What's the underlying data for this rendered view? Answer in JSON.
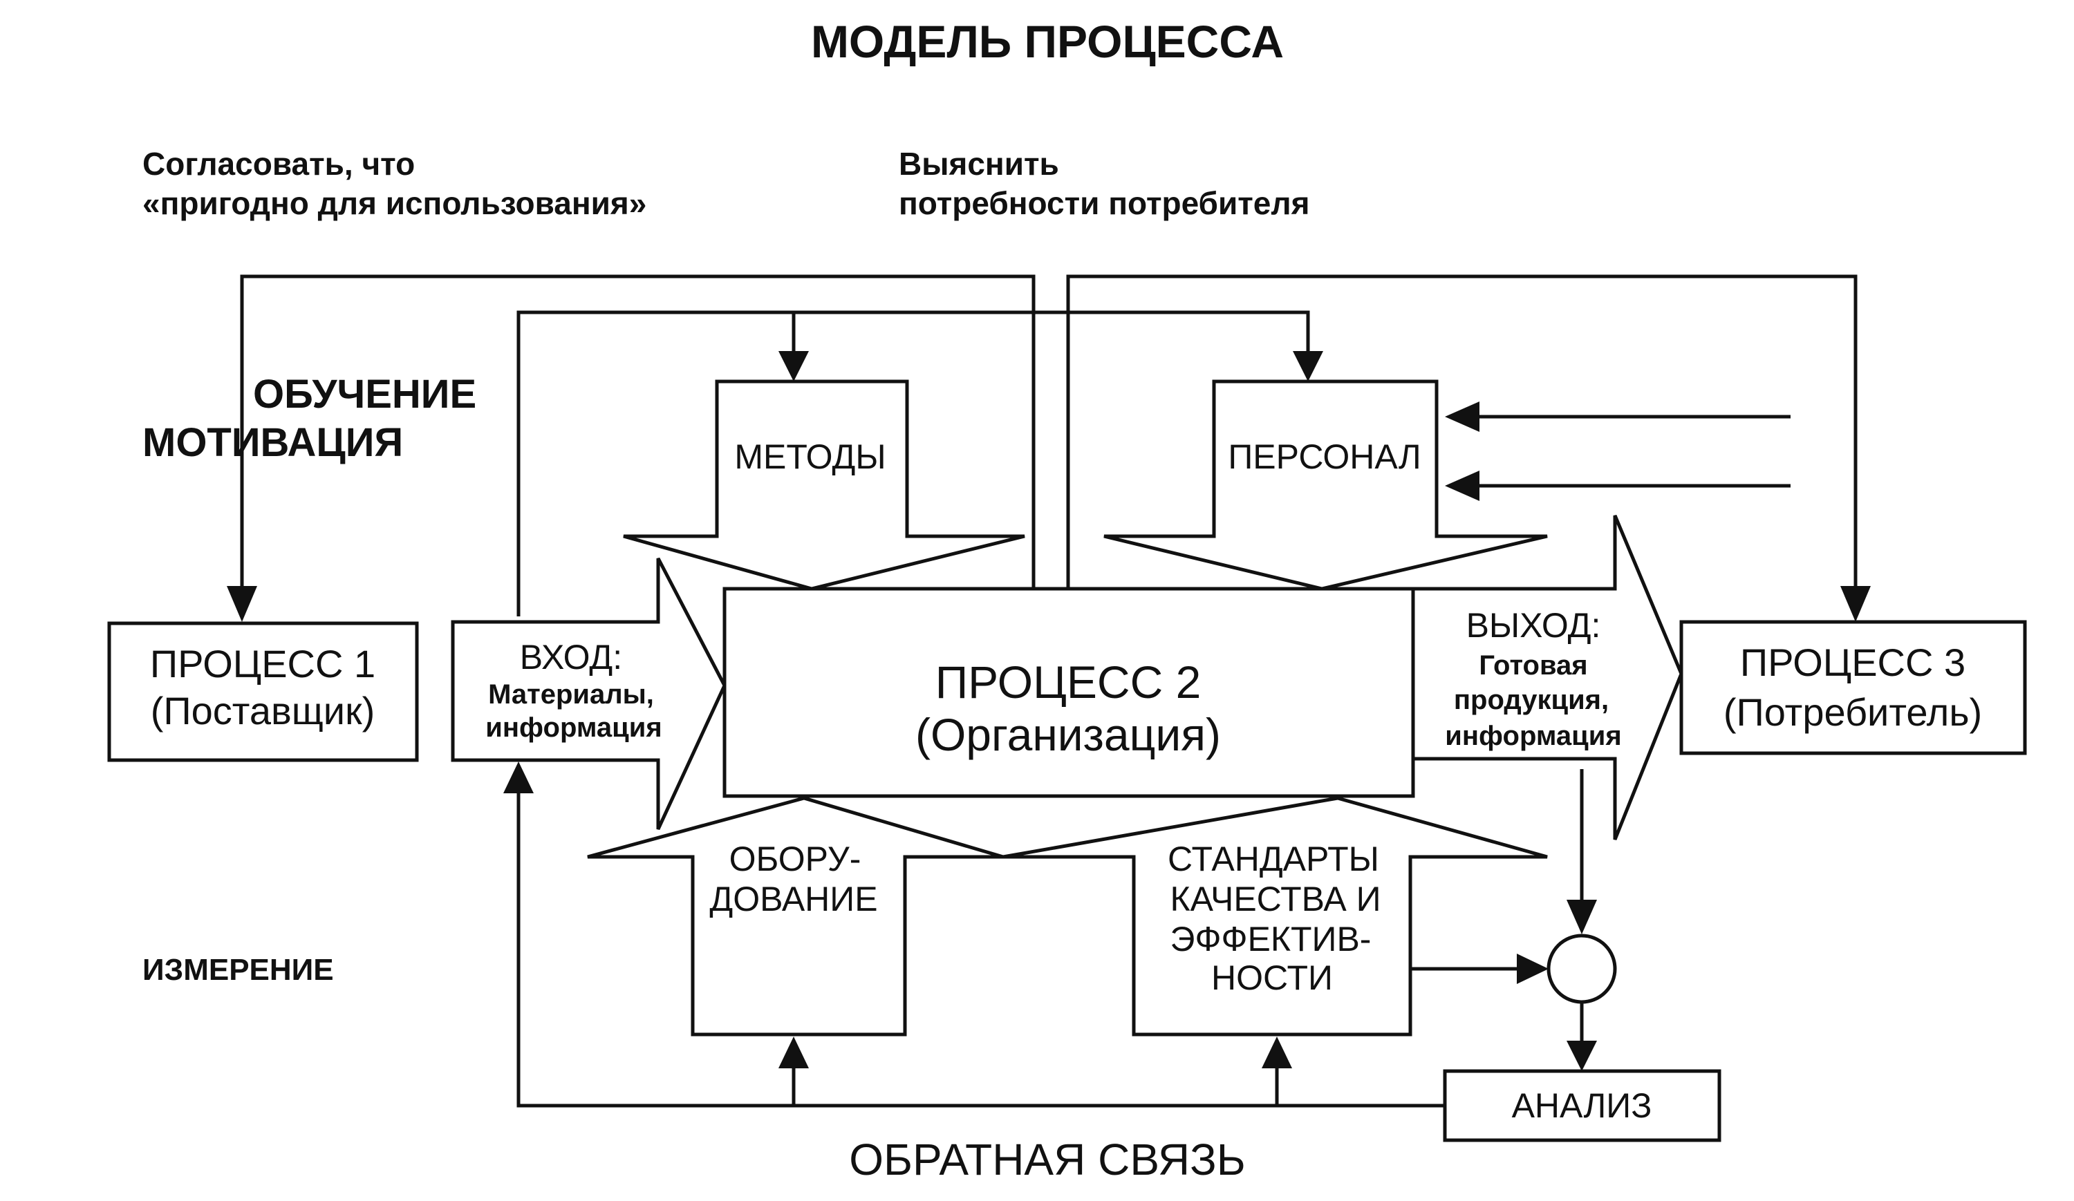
{
  "title": "МОДЕЛЬ ПРОЦЕССА",
  "notes": {
    "left_line1": "Согласовать, что",
    "left_line2": "«пригодно для использования»",
    "right_line1": "Выяснить",
    "right_line2": "потребности потребителя"
  },
  "side_labels": {
    "training": "ОБУЧЕНИЕ",
    "motivation": "МОТИВАЦИЯ",
    "measurement": "ИЗМЕРЕНИЕ",
    "feedback": "ОБРАТНАЯ СВЯЗЬ"
  },
  "process1": {
    "line1": "ПРОЦЕСС 1",
    "line2": "(Поставщик)"
  },
  "process2": {
    "line1": "ПРОЦЕСС 2",
    "line2": "(Организация)"
  },
  "process3": {
    "line1": "ПРОЦЕСС 3",
    "line2": "(Потребитель)"
  },
  "input": {
    "title": "ВХОД:",
    "line1": "Материалы,",
    "line2": "информация"
  },
  "output": {
    "title": "ВЫХОД:",
    "line1": "Готовая",
    "line2": "продукция,",
    "line3": "информация"
  },
  "methods": "МЕТОДЫ",
  "personnel": "ПЕРСОНАЛ",
  "equipment": {
    "line1": "ОБОРУ-",
    "line2": "ДОВАНИЕ"
  },
  "standards": {
    "line1": "СТАНДАРТЫ",
    "line2": "КАЧЕСТВА И",
    "line3": "ЭФФЕКТИВ-",
    "line4": "НОСТИ"
  },
  "analysis": "АНАЛИЗ"
}
